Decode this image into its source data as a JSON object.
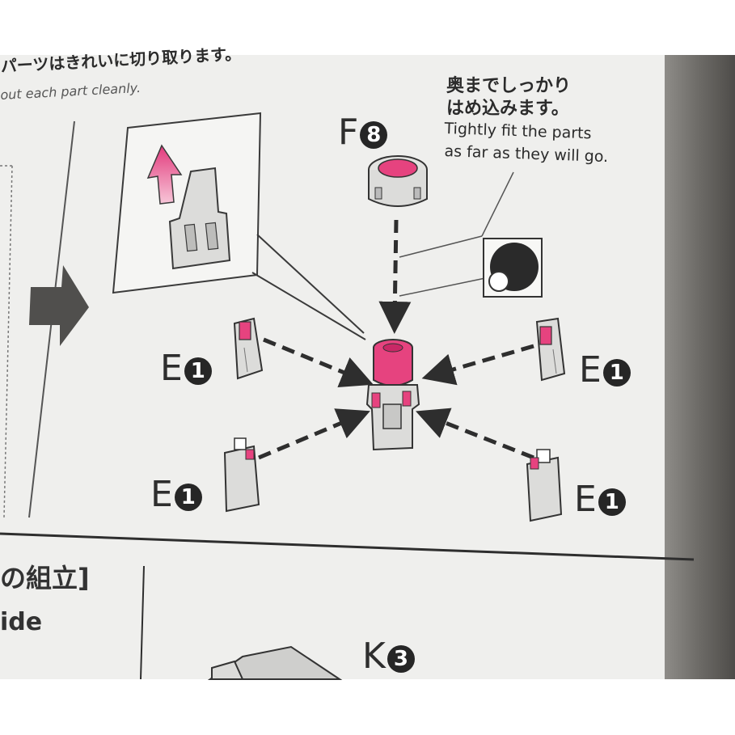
{
  "top_left_text": {
    "jp": "パーツはきれいに切り取ります。",
    "en": "out each part cleanly."
  },
  "fit_note": {
    "jp_line1": "奥までしっかり",
    "jp_line2": "はめ込みます。",
    "en_line1": "Tightly fit the parts",
    "en_line2": "as far as they will go."
  },
  "part_labels": {
    "f8": {
      "letter": "F",
      "num": "8"
    },
    "e1_top_left": {
      "letter": "E",
      "num": "1"
    },
    "e1_top_right": {
      "letter": "E",
      "num": "1"
    },
    "e1_bottom_left": {
      "letter": "E",
      "num": "1"
    },
    "e1_bottom_right": {
      "letter": "E",
      "num": "1"
    },
    "k3": {
      "letter": "K",
      "num": "3"
    }
  },
  "section_header": {
    "jp": "の組立]",
    "en": "ide"
  },
  "colors": {
    "accent_magenta": "#e8327a",
    "paper": "#efefed",
    "ink": "#2b2b2b"
  }
}
